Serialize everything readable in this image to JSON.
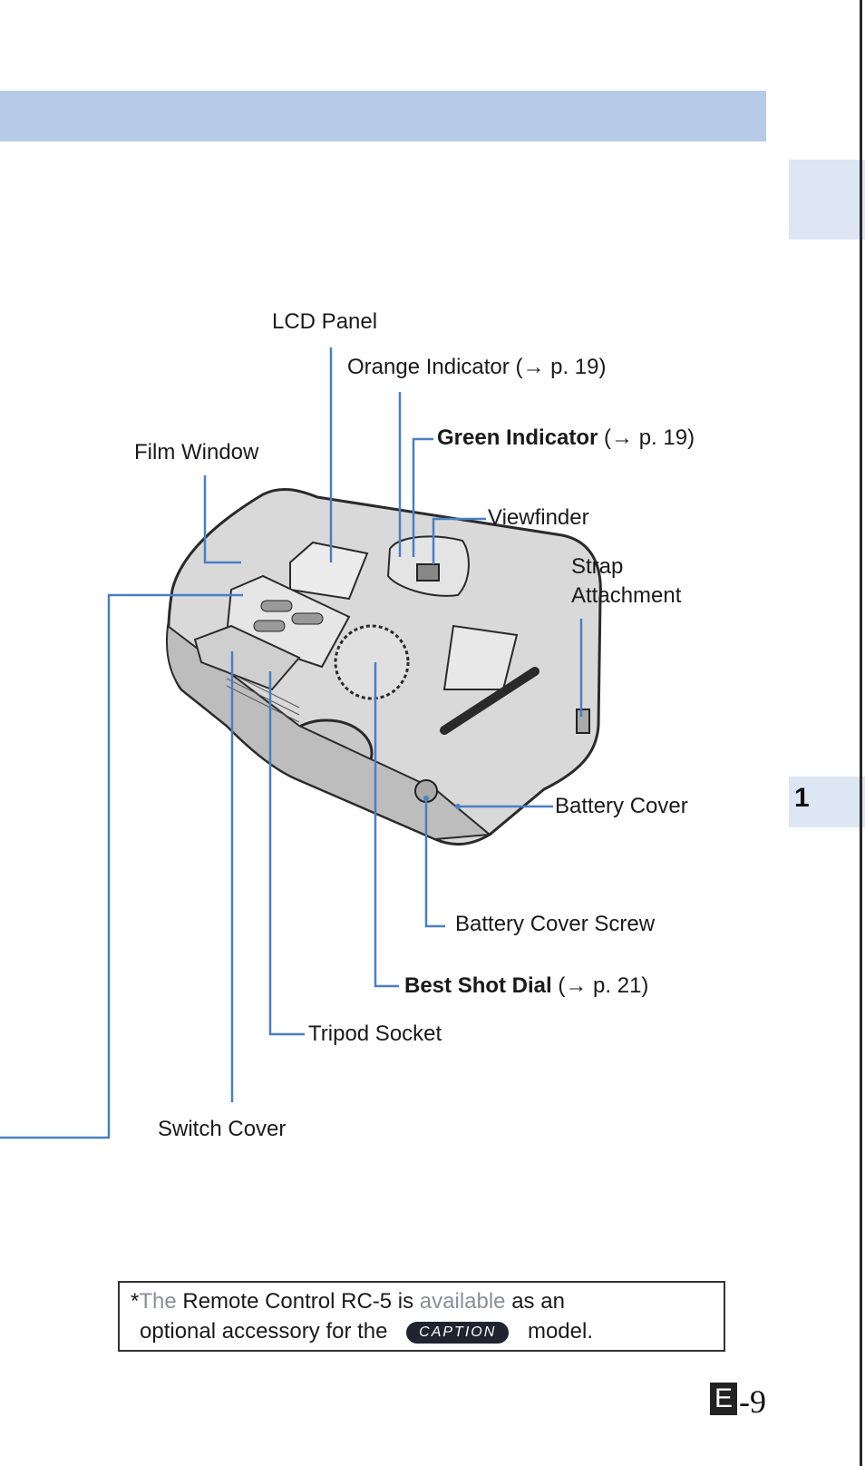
{
  "chapter_tab": "1",
  "callouts": {
    "lcd_panel": "LCD Panel",
    "orange_indicator": "Orange Indicator",
    "orange_indicator_ref": "(→ p. 19)",
    "green_indicator": "Green Indicator",
    "green_indicator_ref": "(→ p. 19)",
    "film_window": "Film Window",
    "viewfinder": "Viewfinder",
    "strap_line1": "Strap",
    "strap_line2": "Attachment",
    "battery_cover": "Battery Cover",
    "battery_cover_screw": "Battery Cover Screw",
    "best_shot_dial": "Best Shot Dial",
    "best_shot_dial_ref": "(→ p. 21)",
    "tripod_socket": "Tripod Socket",
    "switch_cover": "Switch Cover"
  },
  "note": {
    "star": "*",
    "the": "The",
    "remote": "Remote Control RC-5 is",
    "available": "available",
    "as_an": "as an",
    "line2_prefix": "optional accessory for the",
    "badge": "CAPTION",
    "line2_suffix": "model."
  },
  "page": {
    "prefix": "E",
    "number": "-9"
  },
  "colors": {
    "header_band": "#b8cbe6",
    "tab": "#dde7f3",
    "leader_line": "#4a7fc4",
    "camera_body": "#d9d9d9"
  }
}
